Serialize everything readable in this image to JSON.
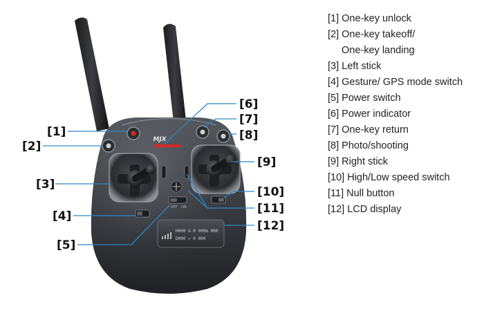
{
  "device": {
    "brand": "MJX",
    "lcd": {
      "line1": "H000 & 0 000m 000",
      "line2": "D000 ✈ 0 000"
    },
    "switch_off": "OFF",
    "switch_on": "ON"
  },
  "callouts": [
    "[1]",
    "[2]",
    "[3]",
    "[4]",
    "[5]",
    "[6]",
    "[7]",
    "[8]",
    "[9]",
    "[10]",
    "[11]",
    "[12]"
  ],
  "legend": [
    {
      "id": "[1]",
      "text": "One-key unlock"
    },
    {
      "id": "[2]",
      "text": "One-key takeoff/"
    },
    {
      "id": "",
      "text": "One-key landing"
    },
    {
      "id": "[3]",
      "text": "Left stick"
    },
    {
      "id": "[4]",
      "text": "Gesture/ GPS mode switch"
    },
    {
      "id": "[5]",
      "text": "Power switch"
    },
    {
      "id": "[6]",
      "text": "Power indicator"
    },
    {
      "id": "[7]",
      "text": "One-key return"
    },
    {
      "id": "[8]",
      "text": "Photo/shooting"
    },
    {
      "id": "[9]",
      "text": "Right stick"
    },
    {
      "id": "[10]",
      "text": "High/Low speed switch"
    },
    {
      "id": "[11]",
      "text": "Null button"
    },
    {
      "id": "[12]",
      "text": "LCD display"
    }
  ],
  "colors": {
    "leader": "#2c86c8",
    "body": "#3a3d42",
    "indicator": "#d62828"
  }
}
